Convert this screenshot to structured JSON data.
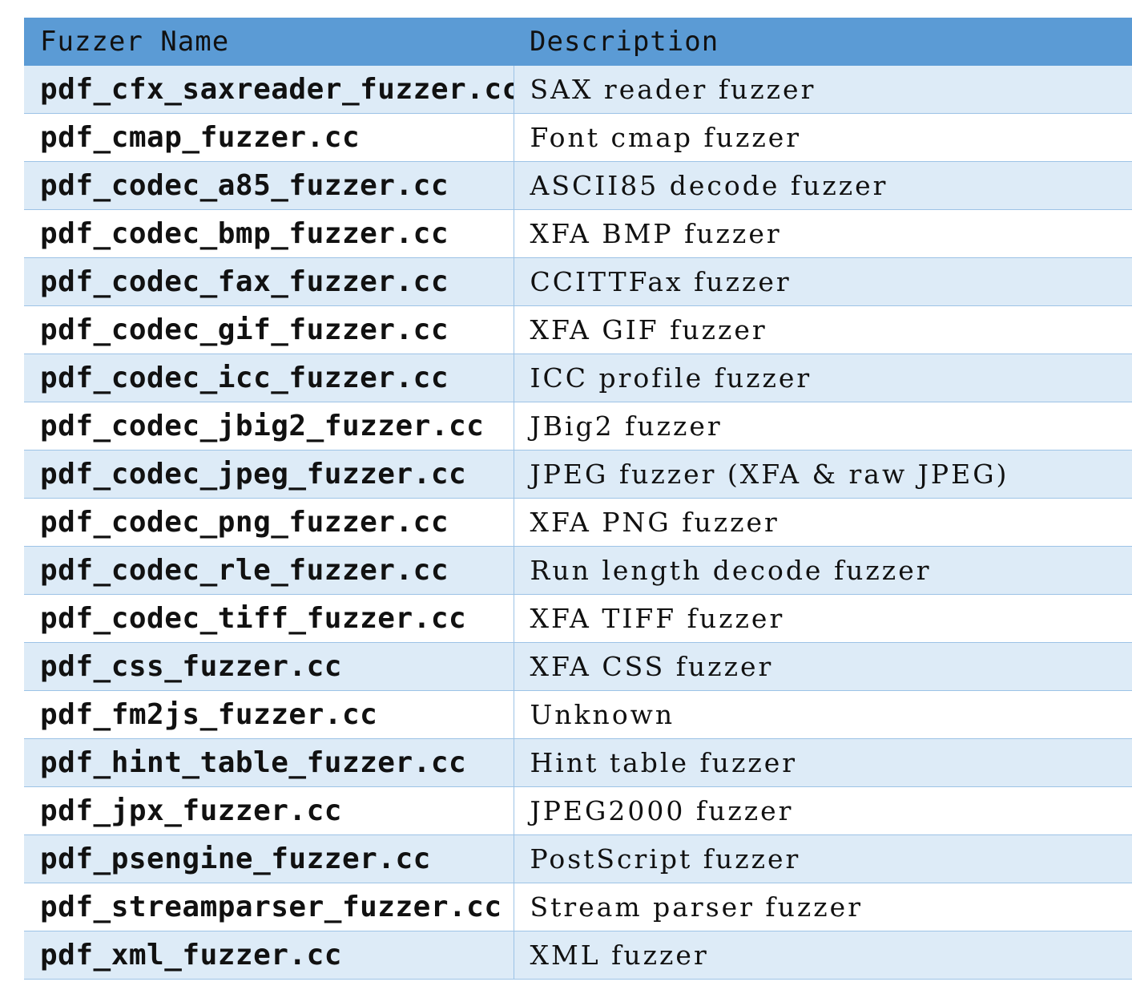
{
  "table": {
    "headers": [
      "Fuzzer Name",
      "Description"
    ],
    "rows": [
      {
        "name": "pdf_cfx_saxreader_fuzzer.cc",
        "description": "SAX reader fuzzer"
      },
      {
        "name": "pdf_cmap_fuzzer.cc",
        "description": "Font cmap fuzzer"
      },
      {
        "name": "pdf_codec_a85_fuzzer.cc",
        "description": "ASCII85 decode fuzzer"
      },
      {
        "name": "pdf_codec_bmp_fuzzer.cc",
        "description": "XFA BMP fuzzer"
      },
      {
        "name": "pdf_codec_fax_fuzzer.cc",
        "description": "CCITTFax fuzzer"
      },
      {
        "name": "pdf_codec_gif_fuzzer.cc",
        "description": "XFA GIF fuzzer"
      },
      {
        "name": "pdf_codec_icc_fuzzer.cc",
        "description": "ICC profile fuzzer"
      },
      {
        "name": "pdf_codec_jbig2_fuzzer.cc",
        "description": "JBig2 fuzzer"
      },
      {
        "name": "pdf_codec_jpeg_fuzzer.cc",
        "description": "JPEG fuzzer (XFA & raw JPEG)"
      },
      {
        "name": "pdf_codec_png_fuzzer.cc",
        "description": "XFA PNG fuzzer"
      },
      {
        "name": "pdf_codec_rle_fuzzer.cc",
        "description": "Run length decode fuzzer"
      },
      {
        "name": "pdf_codec_tiff_fuzzer.cc",
        "description": "XFA TIFF fuzzer"
      },
      {
        "name": "pdf_css_fuzzer.cc",
        "description": "XFA CSS fuzzer"
      },
      {
        "name": "pdf_fm2js_fuzzer.cc",
        "description": "Unknown"
      },
      {
        "name": "pdf_hint_table_fuzzer.cc",
        "description": "Hint table fuzzer"
      },
      {
        "name": "pdf_jpx_fuzzer.cc",
        "description": "JPEG2000 fuzzer"
      },
      {
        "name": "pdf_psengine_fuzzer.cc",
        "description": "PostScript fuzzer"
      },
      {
        "name": "pdf_streamparser_fuzzer.cc",
        "description": "Stream parser fuzzer"
      },
      {
        "name": "pdf_xml_fuzzer.cc",
        "description": "XML fuzzer"
      }
    ]
  },
  "colors": {
    "header_background": "#5b9bd5",
    "band_row_background": "#ddebf7",
    "plain_row_background": "#ffffff",
    "grid_line": "#9dc3e6"
  }
}
